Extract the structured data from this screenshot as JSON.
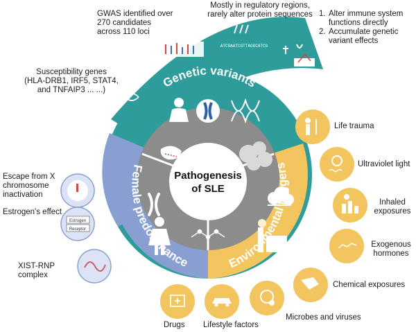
{
  "center": {
    "line1": "Pathogenesis",
    "line2": "of SLE"
  },
  "arcs": {
    "genetic": "Genetic variants",
    "female": "Female predominance",
    "environmental": "Environmental triggers"
  },
  "genetic_notes": {
    "susceptibility": [
      "Susceptibility genes",
      "(HLA-DRB1, IRF5, STAT4,",
      "and TNFAIP3 ... ...)"
    ],
    "gwas": [
      "GWAS identified over",
      "270 candidates",
      "across 110 loci"
    ],
    "regulatory": [
      "Mostly in regulatory regions,",
      "rarely alter protein sequences"
    ],
    "effects": [
      {
        "num": "1.",
        "lines": [
          "Alter immune system",
          "functions directly"
        ]
      },
      {
        "num": "2.",
        "lines": [
          "Accumulate genetic",
          "variant effects"
        ]
      }
    ],
    "dna_sequence": "ATCGAATCGTTAGGCATCG"
  },
  "female_items": {
    "escape": [
      "Escape  from X",
      "chromosome",
      "inactivation"
    ],
    "estrogen": "Estrogen's effect",
    "xist": "XIST-RNP complex",
    "estrogen_box": {
      "top": "Estrogen",
      "bottom": "Receptor"
    }
  },
  "environment_items": {
    "life_trauma": "Life trauma",
    "uv": "Ultraviolet light",
    "inhaled": [
      "Inhaled",
      "exposures"
    ],
    "hormones": [
      "Exogenous",
      "hormones"
    ],
    "chemical": "Chemical exposures",
    "microbes": "Microbes and viruses",
    "lifestyle": "Lifestyle factors",
    "drugs": "Drugs"
  },
  "colors": {
    "teal": "#2d9c9a",
    "blue": "#8a9fd1",
    "yellow": "#f2c55e",
    "grey": "#8c8c8c",
    "icon_fill": "#f0c565"
  }
}
